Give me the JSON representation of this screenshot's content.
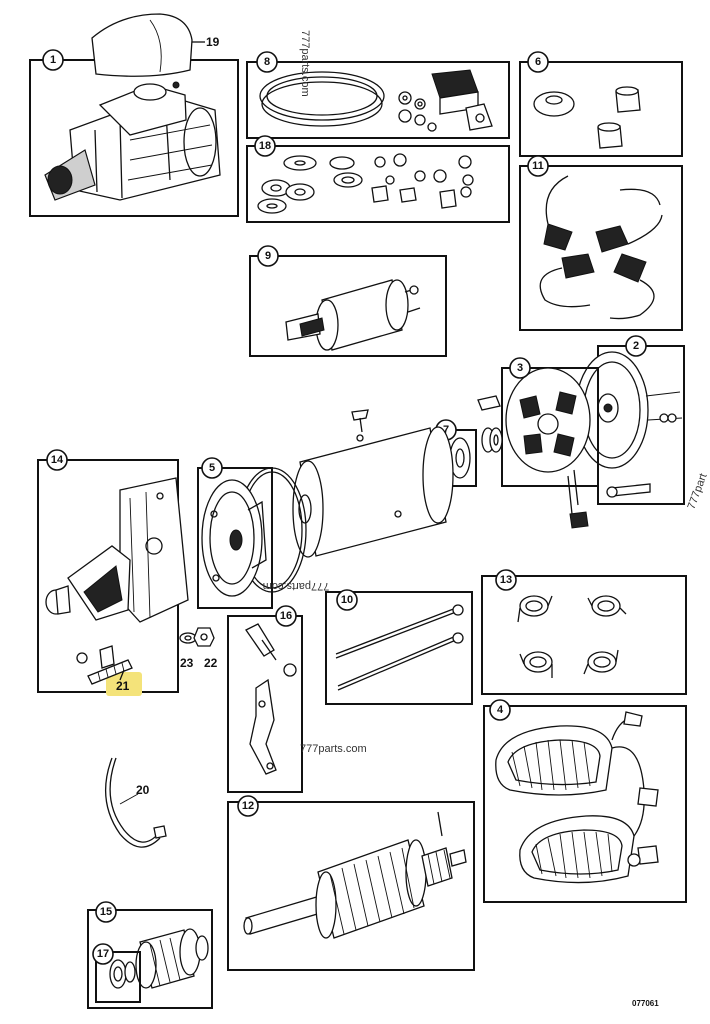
{
  "callouts": {
    "n1": "1",
    "n2": "2",
    "n3": "3",
    "n4": "4",
    "n5": "5",
    "n6": "6",
    "n7": "7",
    "n8": "8",
    "n9": "9",
    "n10": "10",
    "n11": "11",
    "n12": "12",
    "n13": "13",
    "n14": "14",
    "n15": "15",
    "n16": "16",
    "n17": "17",
    "n18": "18"
  },
  "loose_labels": {
    "l19": "19",
    "l20": "20",
    "l21": "21",
    "l22": "22",
    "l23": "23"
  },
  "highlight_color": "#f4e37a",
  "watermarks": {
    "top": "777parts.com",
    "middle": "777parts.com",
    "center": "777parts.com",
    "right": "777part"
  },
  "drawing_number": "077061"
}
